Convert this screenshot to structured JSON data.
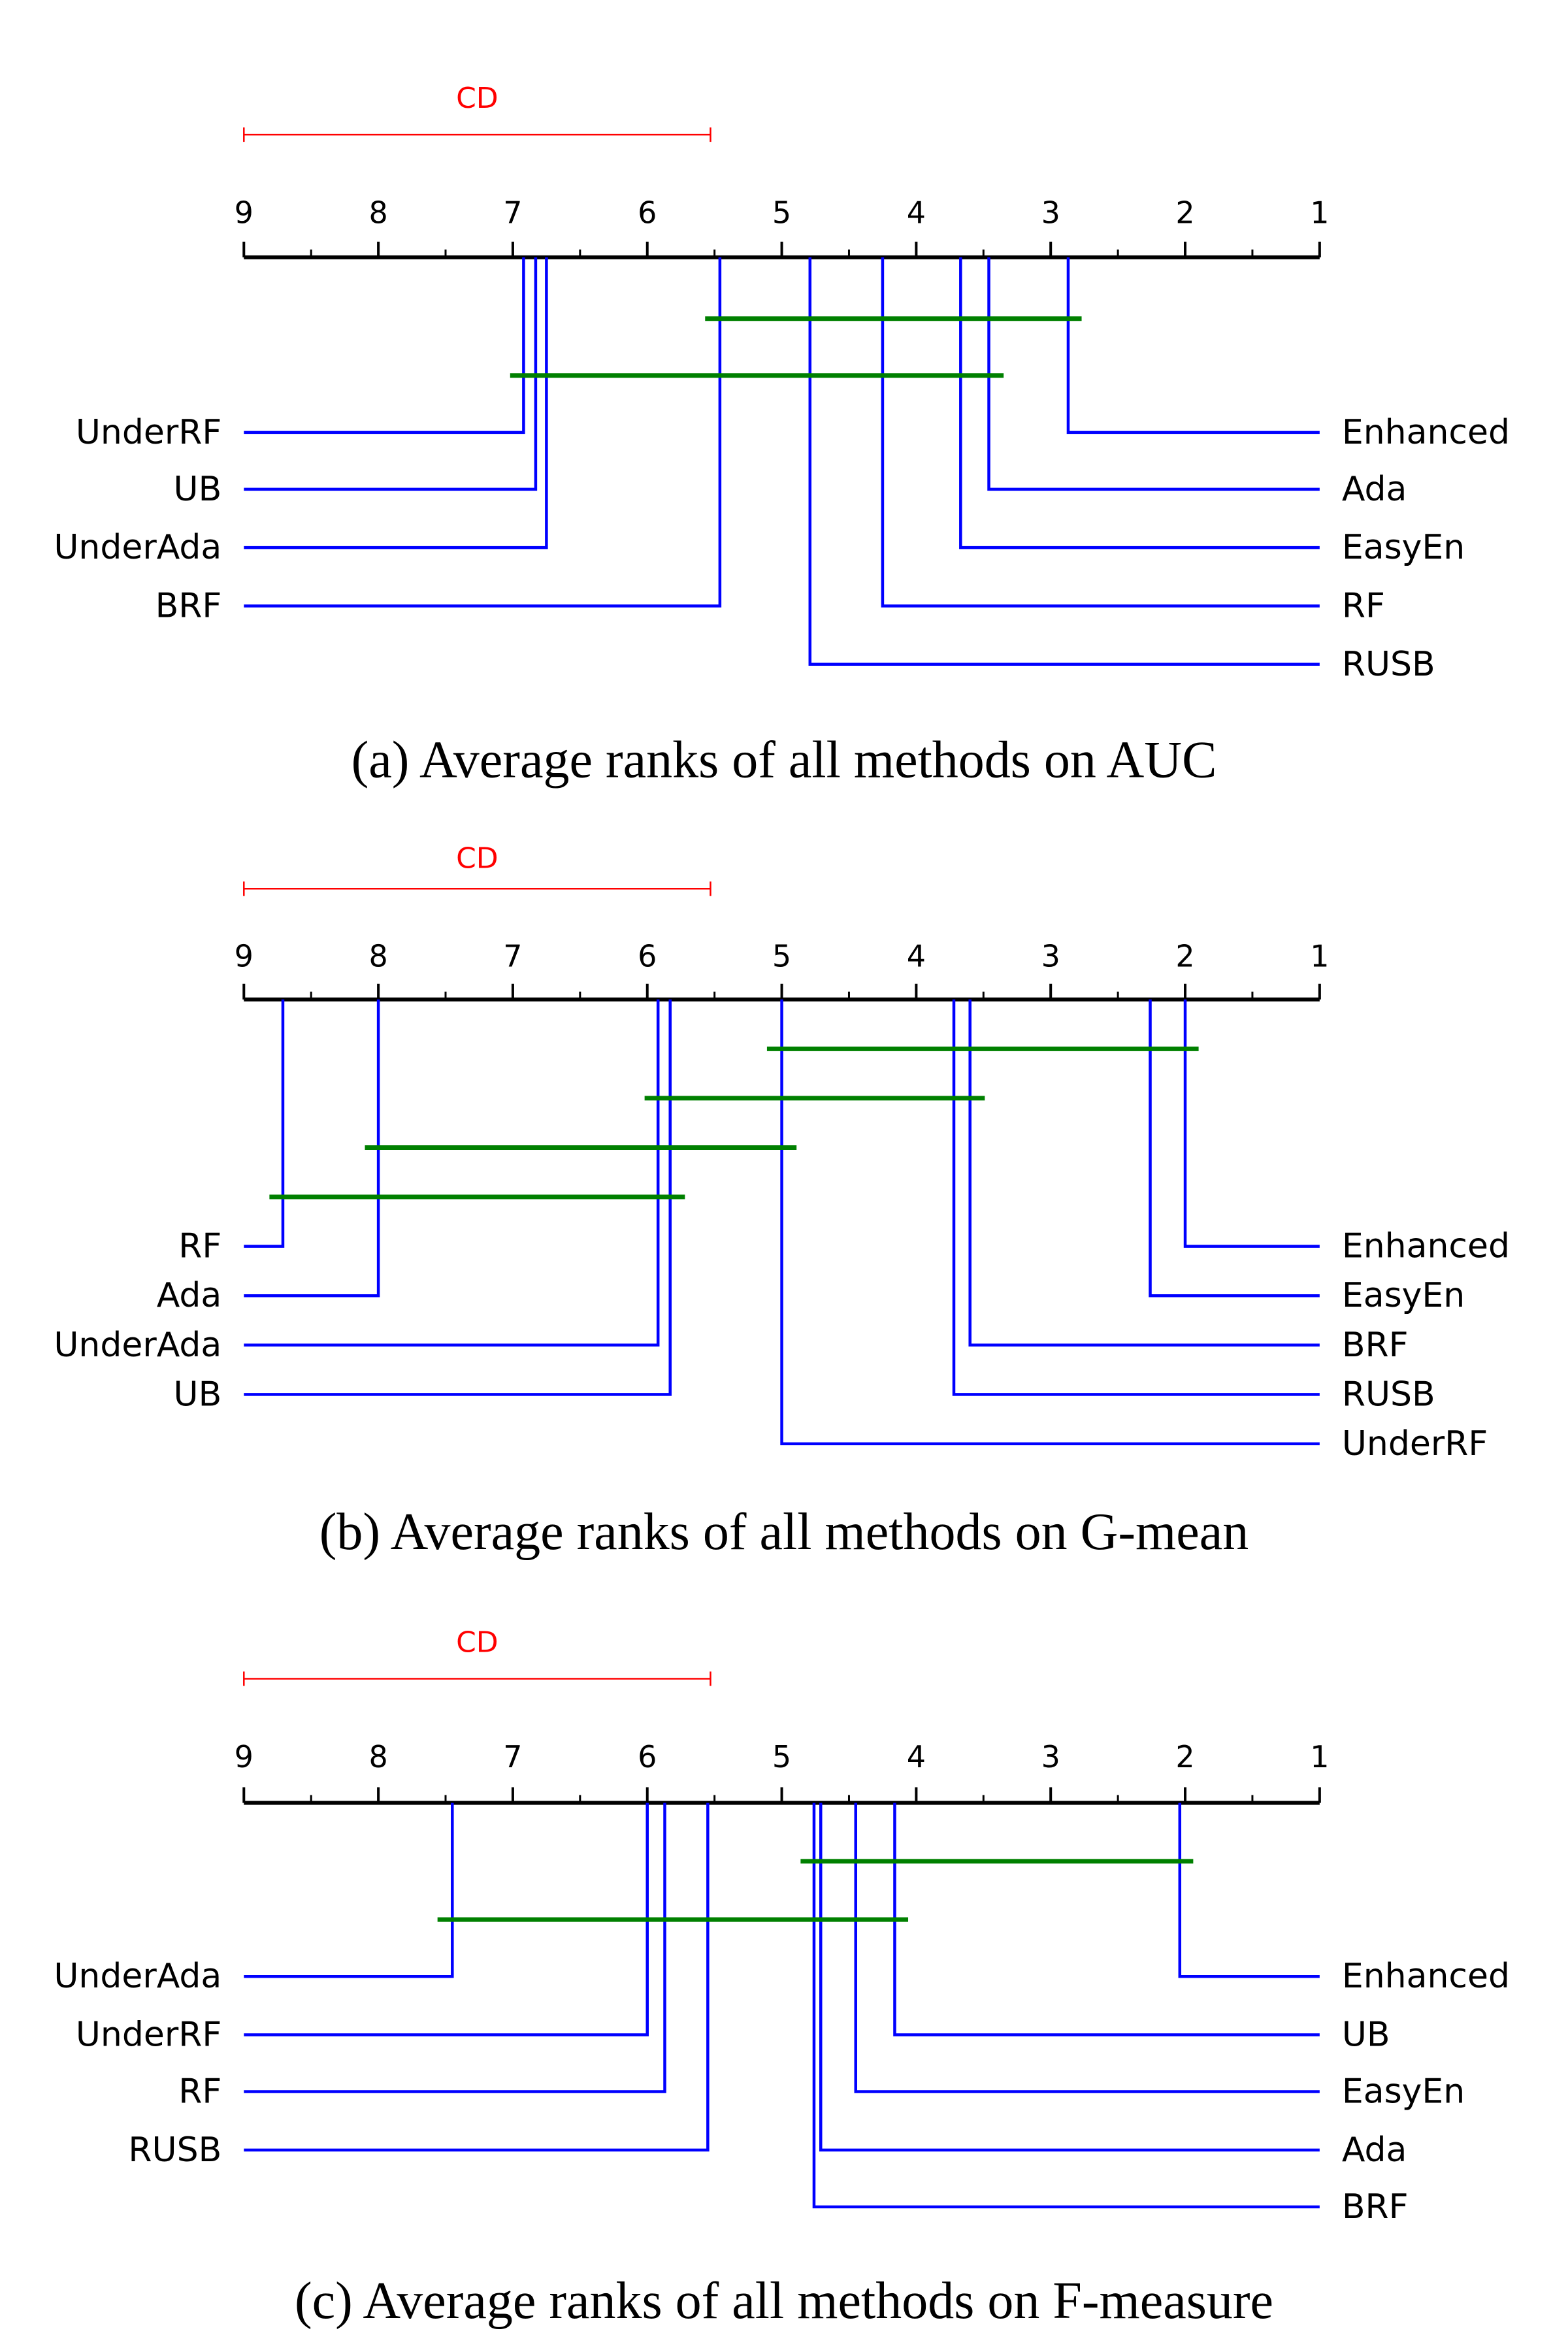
{
  "chart_data": [
    {
      "type": "critical-difference",
      "axis": {
        "min": 1,
        "max": 9,
        "ticks": [
          "9",
          "8",
          "7",
          "6",
          "5",
          "4",
          "3",
          "2",
          "1"
        ],
        "reversed": true
      },
      "cd": {
        "label": "CD",
        "value": 3.47,
        "color": "#ff0000"
      },
      "caption": "(a) Average ranks of all methods on AUC",
      "left_methods": [
        {
          "name": "UnderRF",
          "rank": 6.92
        },
        {
          "name": "UB",
          "rank": 6.83
        },
        {
          "name": "UnderAda",
          "rank": 6.75
        },
        {
          "name": "BRF",
          "rank": 5.46
        }
      ],
      "right_methods": [
        {
          "name": "Enhanced",
          "rank": 2.87
        },
        {
          "name": "Ada",
          "rank": 3.46
        },
        {
          "name": "EasyEn",
          "rank": 3.67
        },
        {
          "name": "RF",
          "rank": 4.25
        },
        {
          "name": "RUSB",
          "rank": 4.79
        }
      ],
      "groups": [
        [
          5.57,
          2.77
        ],
        [
          7.02,
          3.35
        ]
      ],
      "line_color": "#0000ff",
      "group_color": "#008000"
    },
    {
      "type": "critical-difference",
      "axis": {
        "min": 1,
        "max": 9,
        "ticks": [
          "9",
          "8",
          "7",
          "6",
          "5",
          "4",
          "3",
          "2",
          "1"
        ],
        "reversed": true
      },
      "cd": {
        "label": "CD",
        "value": 3.47,
        "color": "#ff0000"
      },
      "caption": "(b) Average ranks of all methods on G-mean",
      "left_methods": [
        {
          "name": "RF",
          "rank": 8.71
        },
        {
          "name": "Ada",
          "rank": 8.0
        },
        {
          "name": "UnderAda",
          "rank": 5.92
        },
        {
          "name": "UB",
          "rank": 5.83
        }
      ],
      "right_methods": [
        {
          "name": "Enhanced",
          "rank": 2.0
        },
        {
          "name": "EasyEn",
          "rank": 2.26
        },
        {
          "name": "BRF",
          "rank": 3.6
        },
        {
          "name": "RUSB",
          "rank": 3.72
        },
        {
          "name": "UnderRF",
          "rank": 5.0
        }
      ],
      "groups": [
        [
          5.11,
          1.9
        ],
        [
          6.02,
          3.49
        ],
        [
          8.1,
          4.89
        ],
        [
          8.81,
          5.72
        ]
      ],
      "line_color": "#0000ff",
      "group_color": "#008000"
    },
    {
      "type": "critical-difference",
      "axis": {
        "min": 1,
        "max": 9,
        "ticks": [
          "9",
          "8",
          "7",
          "6",
          "5",
          "4",
          "3",
          "2",
          "1"
        ],
        "reversed": true
      },
      "cd": {
        "label": "CD",
        "value": 3.47,
        "color": "#ff0000"
      },
      "caption": "(c) Average ranks of all methods on F-measure",
      "left_methods": [
        {
          "name": "UnderAda",
          "rank": 7.45
        },
        {
          "name": "UnderRF",
          "rank": 6.0
        },
        {
          "name": "RF",
          "rank": 5.87
        },
        {
          "name": "RUSB",
          "rank": 5.55
        }
      ],
      "right_methods": [
        {
          "name": "Enhanced",
          "rank": 2.04
        },
        {
          "name": "UB",
          "rank": 4.16
        },
        {
          "name": "EasyEn",
          "rank": 4.45
        },
        {
          "name": "Ada",
          "rank": 4.71
        },
        {
          "name": "BRF",
          "rank": 4.76
        }
      ],
      "groups": [
        [
          4.86,
          1.94
        ],
        [
          7.56,
          4.06
        ]
      ],
      "line_color": "#0000ff",
      "group_color": "#008000"
    }
  ]
}
